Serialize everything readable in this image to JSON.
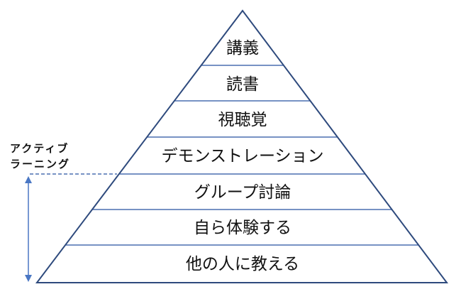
{
  "levels": [
    "講義",
    "読書",
    "視聴覚",
    "デモンストレーション",
    "グループ討論",
    "自ら体験する",
    "他の人に教える"
  ],
  "active_learning_label": [
    "アクティブ",
    "ラーニング"
  ],
  "colors": {
    "outline": "#2e4a7d",
    "divider": "#4a6fb0",
    "arrow": "#4a77c4"
  }
}
